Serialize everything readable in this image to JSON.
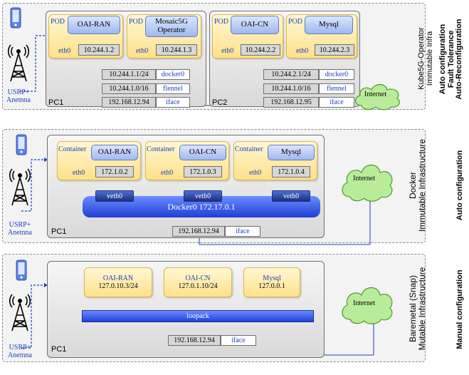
{
  "section1": {
    "pc_label": "PC1",
    "pc2_label": "PC2",
    "usrp_label_1": "USRP+",
    "usrp_label_2": "Anetnna",
    "internet": "Internet",
    "side_title_1": "Kube5G-Operator",
    "side_title_2": "Immutable Infra",
    "feature_1": "Auto configuration",
    "feature_2": "Fault Tolerance",
    "feature_3": "Auto-Reconfiguration",
    "pods_pc1": [
      {
        "pod_label": "POD",
        "app": "OAI-RAN",
        "eth": "eth0",
        "ip": "10.244.1.2"
      },
      {
        "pod_label": "POD",
        "app": "Mosaic5G Operator",
        "eth": "eth0",
        "ip": "10.244.1.3"
      }
    ],
    "pods_pc2": [
      {
        "pod_label": "POD",
        "app": "OAI-CN",
        "eth": "eth0",
        "ip": "10.244.2.2"
      },
      {
        "pod_label": "POD",
        "app": "Mysql",
        "eth": "eth0",
        "ip": "10.244.2.3"
      }
    ],
    "net_pc1": [
      {
        "addr": "10.244.1.1/24",
        "iface": "docker0"
      },
      {
        "addr": "10.244.1.0/16",
        "iface": "flennel"
      },
      {
        "addr": "192.168.12.94",
        "iface": "iface"
      }
    ],
    "net_pc2": [
      {
        "addr": "10.244.2.1/24",
        "iface": "docker0"
      },
      {
        "addr": "10.244.1.0/16",
        "iface": "flennel"
      },
      {
        "addr": "192.168.12.95",
        "iface": "iface"
      }
    ]
  },
  "section2": {
    "pc_label": "PC1",
    "usrp_label_1": "USRP+",
    "usrp_label_2": "Anetnna",
    "internet": "Internet",
    "side_title_1": "Docker",
    "side_title_2": "Immutable Infrastructure",
    "feature_1": "Auto configuration",
    "containers": [
      {
        "label": "Container",
        "app": "OAI-RAN",
        "eth": "eth0",
        "ip": "172.1.0.2",
        "veth": "veth0"
      },
      {
        "label": "Container",
        "app": "OAI-CN",
        "eth": "eth0",
        "ip": "172.1.0.3",
        "veth": "veth0"
      },
      {
        "label": "Container",
        "app": "Mysql",
        "eth": "eth0",
        "ip": "172.1.0.4",
        "veth": "veth0"
      }
    ],
    "bridge": "Docker0 172.17.0.1",
    "host_ip": "192.168.12.94",
    "host_iface": "iface"
  },
  "section3": {
    "pc_label": "PC1",
    "usrp_label_1": "USRP+",
    "usrp_label_2": "Anetnna",
    "internet": "Internet",
    "side_title_1": "Baremetal (Snap)",
    "side_title_2": "Mutable Infrastructure",
    "feature_1": "Manual configuration",
    "apps": [
      {
        "app": "OAI-RAN",
        "ip": "127.0.10.3/24"
      },
      {
        "app": "OAI-CN",
        "ip": "127.0.1.10/24"
      },
      {
        "app": "Mysql",
        "ip": "127.0.0.1"
      }
    ],
    "loopback": "loopack",
    "host_ip": "192.168.12.94",
    "host_iface": "iface"
  }
}
